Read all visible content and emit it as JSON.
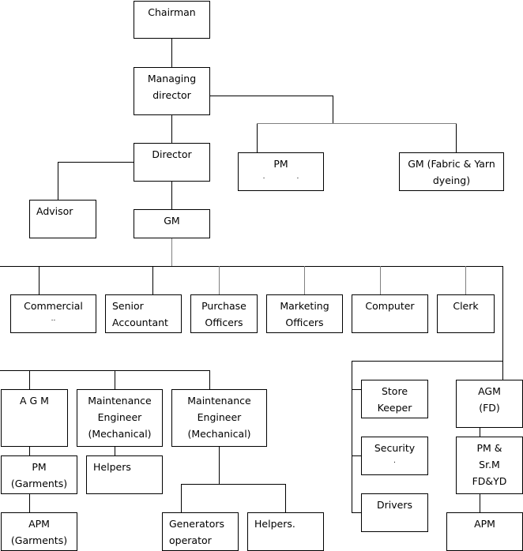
{
  "chart": {
    "nodes": {
      "chairman": [
        "Chairman"
      ],
      "managing_director": [
        "Managing",
        "director"
      ],
      "director": [
        "Director"
      ],
      "pm_top": [
        "PM",
        ".              ."
      ],
      "gm_fabric": [
        "GM (Fabric & Yarn",
        "dyeing)"
      ],
      "advisor": [
        "Advisor"
      ],
      "gm": [
        "GM"
      ],
      "commercial": [
        "Commercial",
        ".."
      ],
      "senior_accountant": [
        "Senior",
        "Accountant"
      ],
      "purchase_officers": [
        "Purchase",
        "Officers"
      ],
      "marketing_officers": [
        "Marketing",
        "Officers"
      ],
      "computer": [
        "Computer"
      ],
      "clerk": [
        "Clerk"
      ],
      "agm": [
        "A G M"
      ],
      "maint_eng_1": [
        "Maintenance",
        "Engineer",
        "(Mechanical)"
      ],
      "maint_eng_2": [
        "Maintenance",
        "Engineer",
        "(Mechanical)"
      ],
      "pm_garments": [
        "PM",
        "(Garments)"
      ],
      "helpers_1": [
        "Helpers"
      ],
      "apm_garments": [
        "APM",
        "(Garments)"
      ],
      "generators_operator": [
        "Generators",
        "operator"
      ],
      "helpers_2": [
        "Helpers."
      ],
      "store_keeper": [
        "Store",
        "Keeper"
      ],
      "security": [
        "Security",
        "."
      ],
      "drivers": [
        "Drivers"
      ],
      "agm_fd": [
        "AGM",
        "",
        "(FD)"
      ],
      "pm_srm": [
        "PM &",
        "Sr.M",
        "",
        "FD&YD"
      ],
      "apm": [
        "APM"
      ]
    }
  }
}
